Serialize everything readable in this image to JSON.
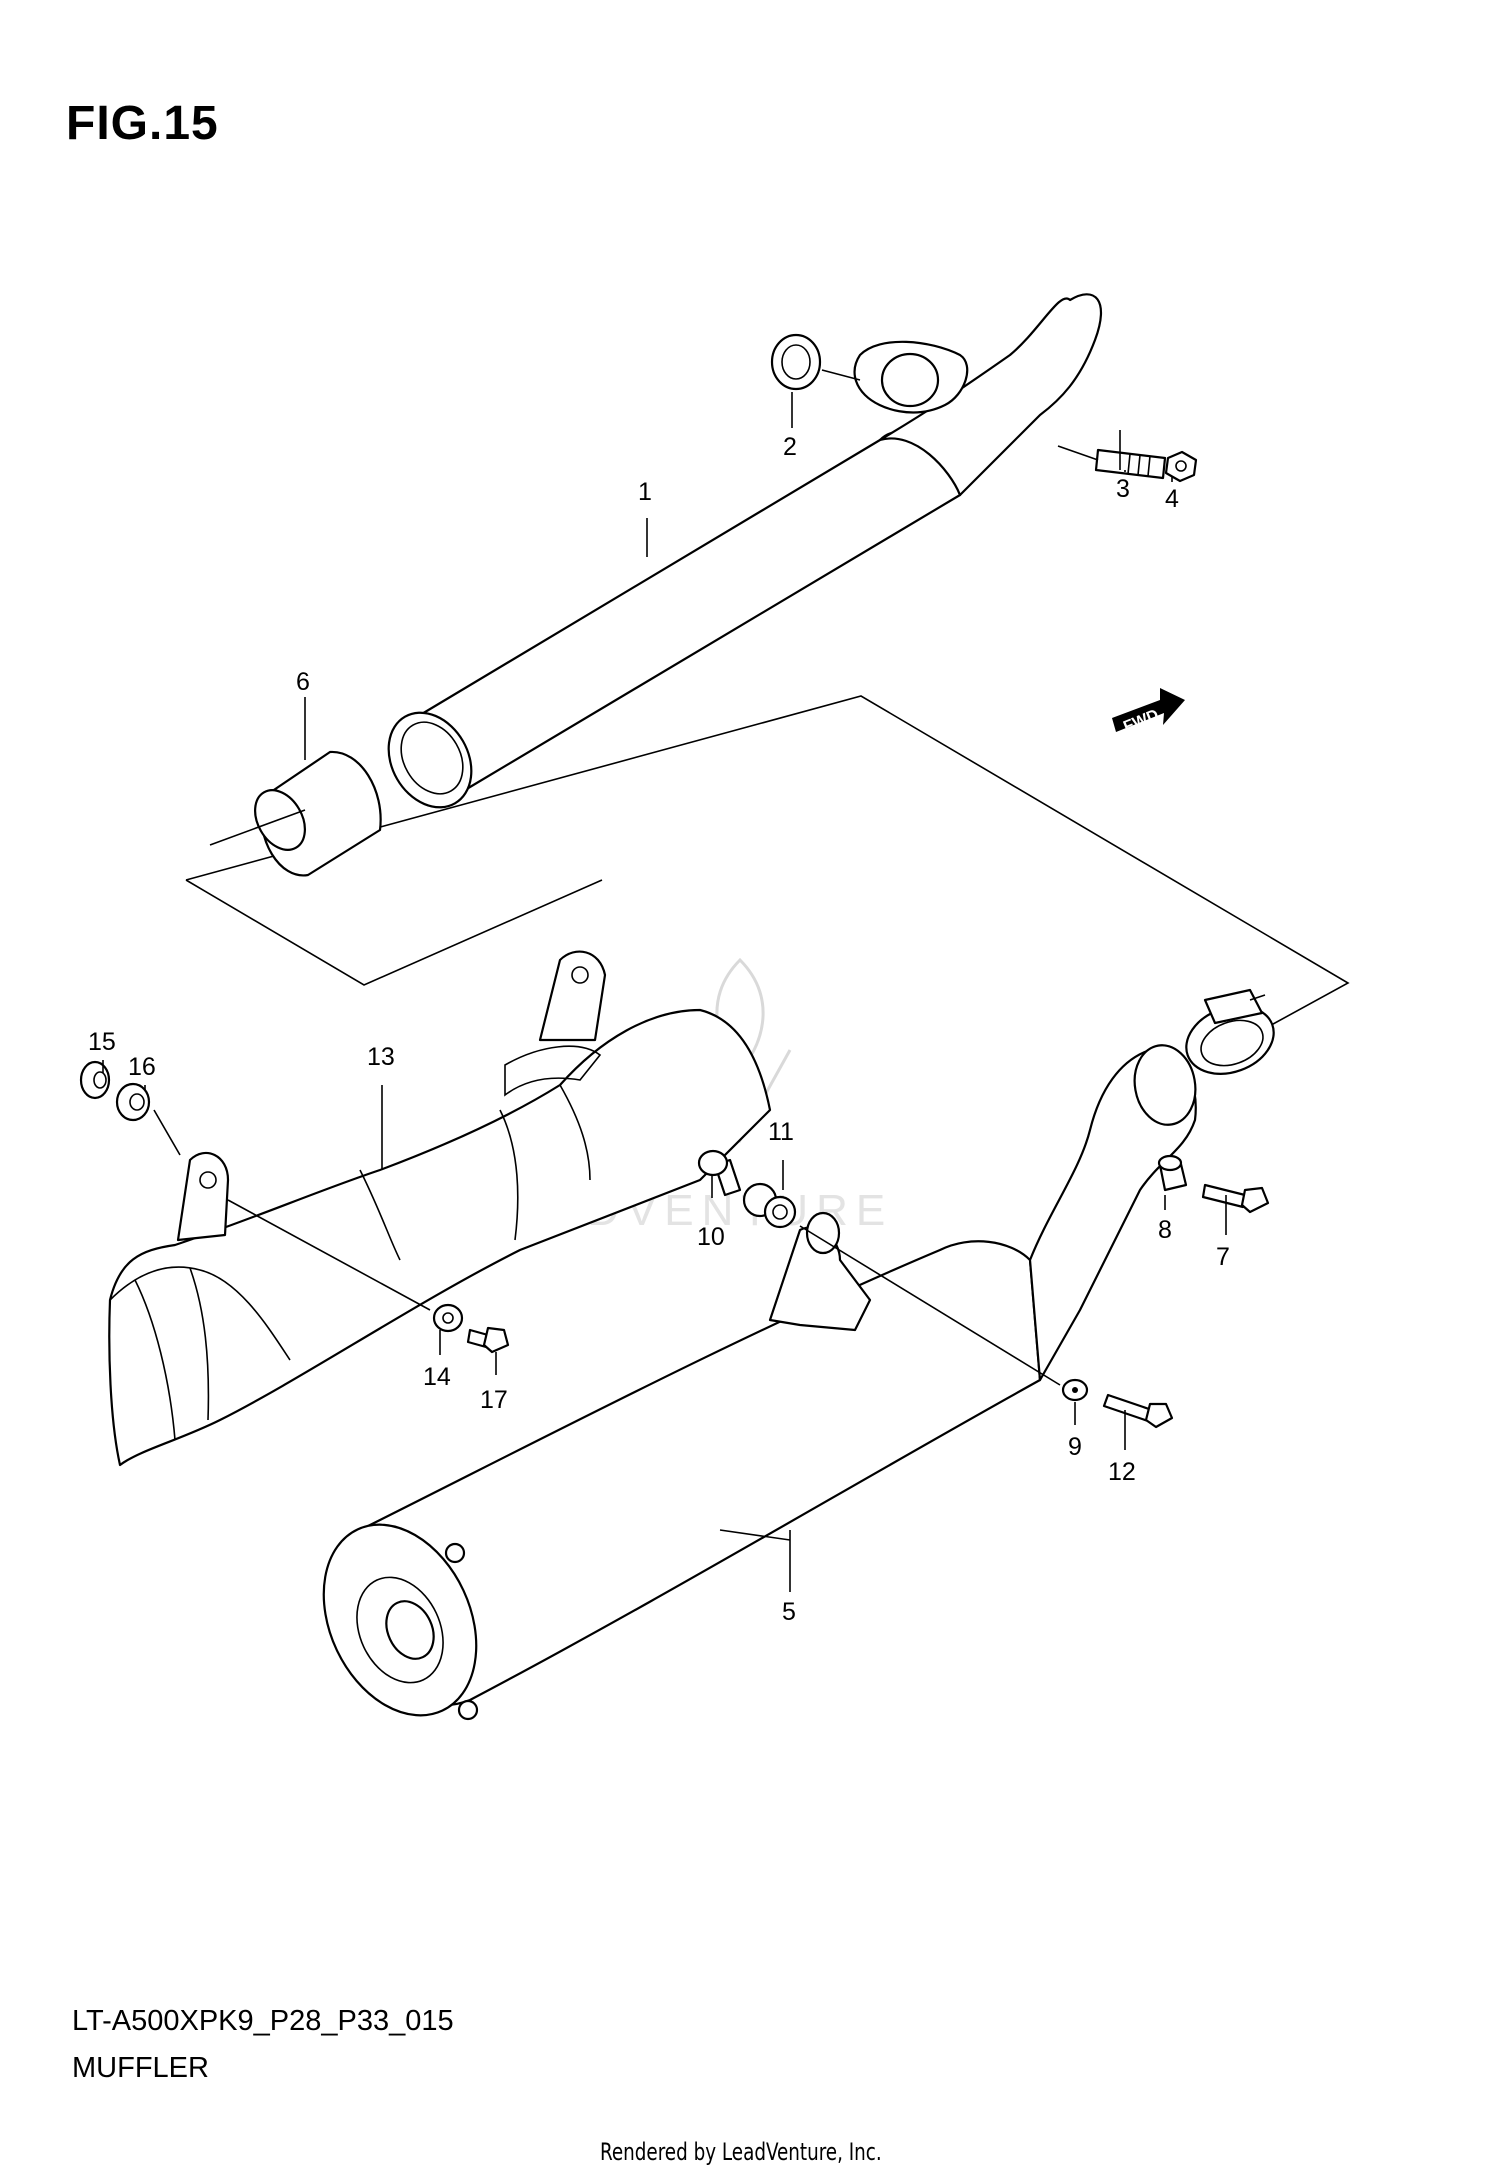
{
  "figure": {
    "title": "FIG.15",
    "model_code": "LT-A500XPK9_P28_P33_015",
    "section_name": "MUFFLER",
    "credit": "Rendered by LeadVenture, Inc.",
    "watermark": "LEADVENTURE",
    "fwd_label": "FWD"
  },
  "callouts": [
    "1",
    "2",
    "3",
    "4",
    "5",
    "6",
    "7",
    "8",
    "9",
    "10",
    "11",
    "12",
    "13",
    "14",
    "15",
    "16",
    "17"
  ]
}
